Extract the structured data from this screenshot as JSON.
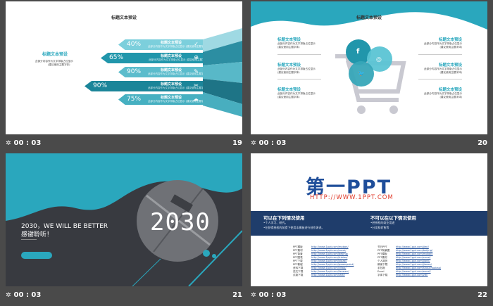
{
  "thumbnails": [
    {
      "slide_number": "19",
      "duration": "00 : 03",
      "title": "标题文本预设",
      "left_label": "标题文本预设",
      "left_desc": [
        "此部分内容作为文字排版占位显示",
        "(建议使用主题字体)"
      ],
      "rows": [
        {
          "pct": "40%",
          "label": "标题文本预设",
          "sub": "此部分内容作为文字排版占位显示 (建议使用主题字体)",
          "icon": "✓"
        },
        {
          "pct": "65%",
          "label": "标题文本预设",
          "sub": "此部分内容作为文字排版占位显示 (建议使用主题字体)",
          "icon": "⊕"
        },
        {
          "pct": "90%",
          "label": "标题文本预设",
          "sub": "此部分内容作为文字排版占位显示 (建议使用主题字体)",
          "icon": "✎"
        },
        {
          "pct": "90%",
          "label": "标题文本预设",
          "sub": "此部分内容作为文字排版占位显示 (建议使用主题字体)",
          "icon": "✂"
        },
        {
          "pct": "75%",
          "label": "标题文本预设",
          "sub": "此部分内容作为文字排版占位显示 (建议使用主题字体)",
          "icon": "☁"
        }
      ],
      "colors": {
        "accent": "#37a6b8",
        "dark": "#1e7f91",
        "light": "#6cc6d4"
      }
    },
    {
      "slide_number": "20",
      "duration": "00 : 03",
      "title": "标题文本预设",
      "left_items": [
        {
          "title": "标题文本预设",
          "desc": [
            "此部分内容作为文字排版占位显示",
            "(建议使用主题字体)"
          ]
        },
        {
          "title": "标题文本预设",
          "desc": [
            "此部分内容作为文字排版占位显示",
            "(建议使用主题字体)"
          ]
        },
        {
          "title": "标题文本预设",
          "desc": [
            "此部分内容作为文字排版占位显示",
            "(建议使用主题字体)"
          ]
        }
      ],
      "right_items": [
        {
          "title": "标题文本预设",
          "desc": [
            "此部分内容作为文字排版占位显示",
            "(建议使用主题字体)"
          ]
        },
        {
          "title": "标题文本预设",
          "desc": [
            "此部分内容作为文字排版占位显示",
            "(建议使用主题字体)"
          ]
        },
        {
          "title": "标题文本预设",
          "desc": [
            "此部分内容作为文字排版占位显示",
            "(建议使用主题字体)"
          ]
        }
      ],
      "social_icons": [
        "f",
        "◎",
        "🐦"
      ]
    },
    {
      "slide_number": "21",
      "duration": "00 : 03",
      "big_text": "2030",
      "tagline": "2030，WE WILL BE BETTER",
      "thanks": "感谢聆听！"
    },
    {
      "slide_number": "22",
      "duration": "00 : 03",
      "logo_text": "第一PPT",
      "logo_url": "HTTP://WWW.1PPT.COM",
      "band_left_title": "可以在下列情况使用",
      "band_left_lines": [
        "•个人学习、研究。",
        "•在获得授权的前提下使用本模板进行创作演讲。"
      ],
      "band_right_title": "不可以在以下情况使用",
      "band_right_lines": [
        "•经授权的商业用途",
        "•分发和转售等"
      ],
      "links_left": [
        [
          "PPT模板",
          "http://www.1ppt.com/moban/"
        ],
        [
          "PPT素材",
          "http://www.1ppt.com/sucai/"
        ],
        [
          "PPT背景",
          "http://www.1ppt.com/beijing/"
        ],
        [
          "PPT图表",
          "http://www.1ppt.com/tubiao/"
        ],
        [
          "PPT下载",
          "http://www.1ppt.com/xiazai/"
        ],
        [
          "PPT教程",
          "http://www.1ppt.com/powerpoint/"
        ],
        [
          "资料下载",
          "http://www.1ppt.com/ziliao/"
        ],
        [
          "范文下载",
          "http://www.1ppt.com/fanwen/"
        ],
        [
          "试卷下载",
          "http://www.1ppt.com/shiti/"
        ]
      ],
      "links_right": [
        [
          "节日PPT",
          "http://www.1ppt.com/jieri/"
        ],
        [
          "PPT背景图",
          "http://www.1ppt.com/beijing/"
        ],
        [
          "PPT模板",
          "http://www.1ppt.com/moban/"
        ],
        [
          "PPT素材",
          "http://www.1ppt.com/sucai/"
        ],
        [
          "个人简历",
          "http://www.1ppt.com/jianli/"
        ],
        [
          "教案下载",
          "http://www.1ppt.com/jiaoan/"
        ],
        [
          "手抄报",
          "http://www.1ppt.com/shouchaobao/"
        ],
        [
          "Excel",
          "http://www.1ppt.com/excel/"
        ],
        [
          "字体下载",
          "http://www.1ppt.com/ziti/"
        ]
      ]
    }
  ]
}
